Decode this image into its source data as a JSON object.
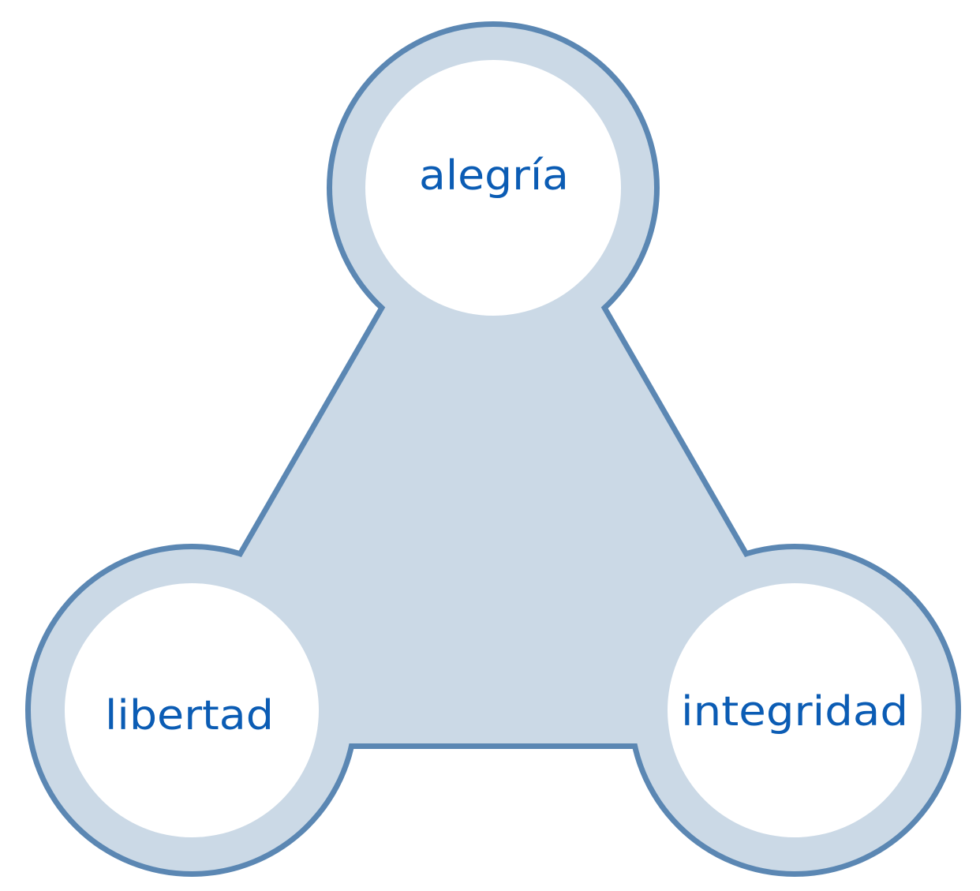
{
  "diagram": {
    "nodes": [
      {
        "id": "top",
        "label": "alegría"
      },
      {
        "id": "left",
        "label": "libertad"
      },
      {
        "id": "right",
        "label": "integridad"
      }
    ],
    "colors": {
      "stroke": "#5b87b3",
      "fill": "#cbd9e6",
      "inner": "#ffffff",
      "text": "#0b5cb4"
    }
  }
}
